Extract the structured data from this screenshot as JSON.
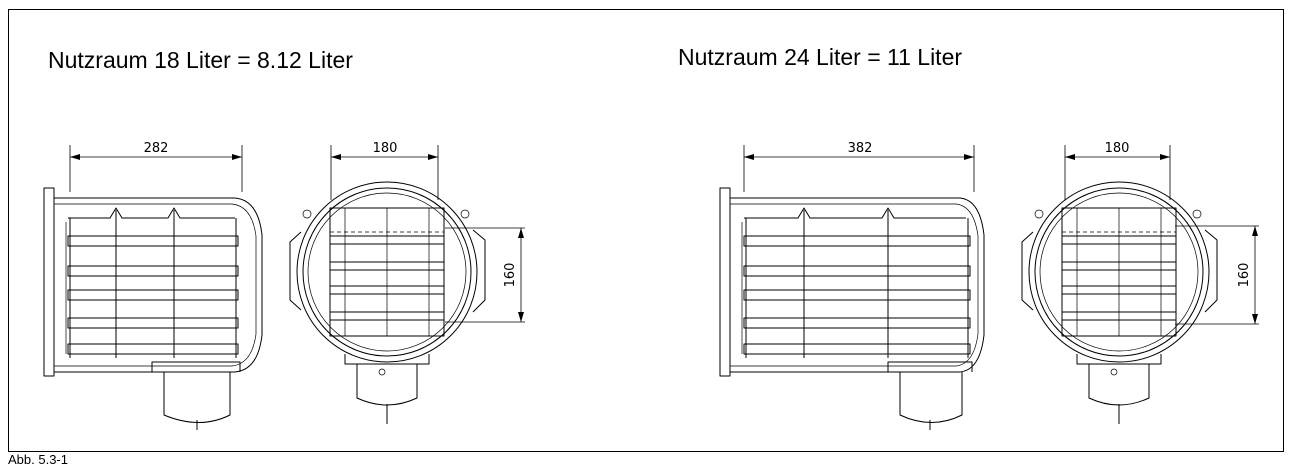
{
  "figure": {
    "titles": [
      "Nutzraum 18 Liter = 8.12 Liter",
      "Nutzraum 24 Liter = 11 Liter"
    ],
    "caption": "Abb. 5.3-1",
    "dimensions": {
      "left_side_width": "282",
      "left_front_width": "180",
      "left_front_height": "160",
      "right_side_width": "382",
      "right_front_width": "180",
      "right_front_height": "160"
    }
  }
}
